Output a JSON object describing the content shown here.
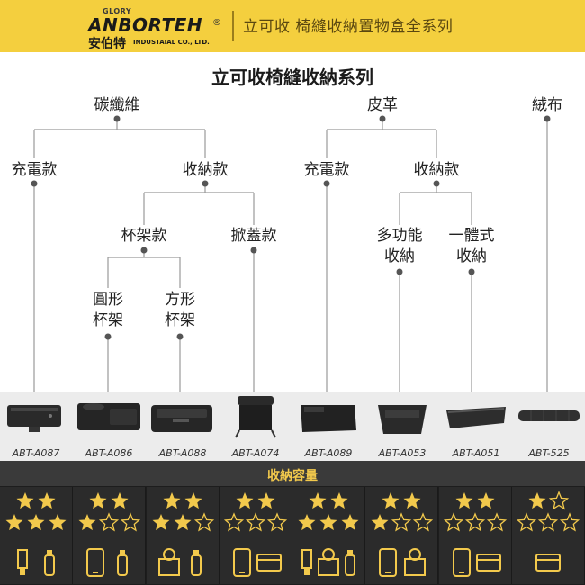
{
  "header": {
    "logo_glory": "GLORY",
    "logo_main": "ANBORTEH",
    "logo_reg": "®",
    "logo_cn": "安伯特",
    "logo_en": "INDUSTAIAL CO., LTD.",
    "title": "立可收 椅縫收納置物盒全系列"
  },
  "page_title": "立可收椅縫收納系列",
  "tree": {
    "carbon": "碳纖維",
    "leather": "皮革",
    "velvet": "絨布",
    "carbon_charge": "充電款",
    "carbon_storage": "收納款",
    "cup": "杯架款",
    "flip": "掀蓋款",
    "round": [
      "圓形",
      "杯架"
    ],
    "square": [
      "方形",
      "杯架"
    ],
    "leather_charge": "充電款",
    "leather_storage": "收納款",
    "multi": [
      "多功能",
      "收納"
    ],
    "oneb": [
      "一體式",
      "收納"
    ]
  },
  "products": [
    {
      "code": "ABT-A087",
      "stars": 5,
      "icons": [
        "usb-icon",
        "bottle-icon"
      ]
    },
    {
      "code": "ABT-A086",
      "stars": 3,
      "icons": [
        "phone-icon",
        "bottle-icon"
      ]
    },
    {
      "code": "ABT-A088",
      "stars": 4,
      "icons": [
        "coin-box-icon",
        "bottle-icon"
      ]
    },
    {
      "code": "ABT-A074",
      "stars": 2,
      "icons": [
        "phone-icon",
        "card-icon"
      ]
    },
    {
      "code": "ABT-A089",
      "stars": 5,
      "icons": [
        "usb-icon",
        "coin-box-icon",
        "bottle-icon"
      ]
    },
    {
      "code": "ABT-A053",
      "stars": 3,
      "icons": [
        "phone-icon",
        "coin-box-icon"
      ]
    },
    {
      "code": "ABT-A051",
      "stars": 2,
      "icons": [
        "phone-icon",
        "card-icon"
      ]
    },
    {
      "code": "ABT-525",
      "stars": 1,
      "icons": [
        "card-icon"
      ]
    }
  ],
  "rating_title": "收納容量",
  "colors": {
    "accent": "#f4cf3e",
    "star": "#f2c94c",
    "line": "#9a9a9a"
  }
}
